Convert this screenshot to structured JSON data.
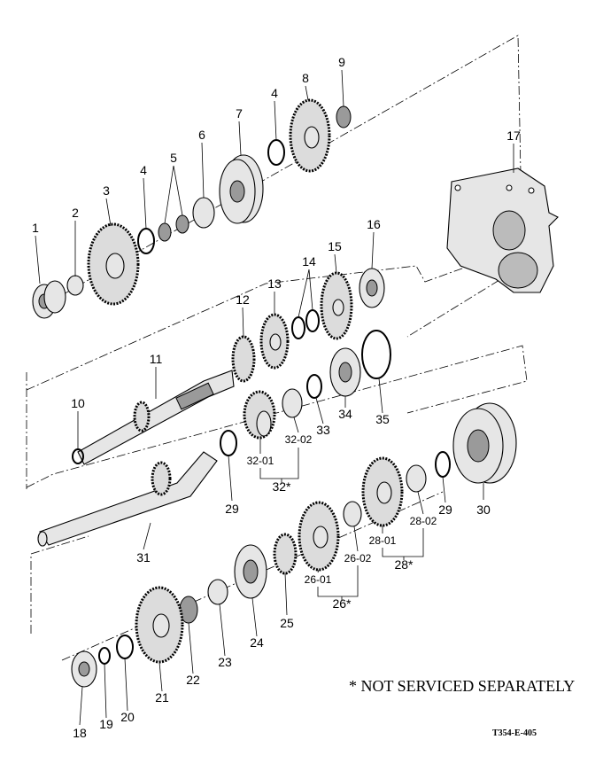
{
  "diagram": {
    "type": "exploded-parts-diagram",
    "callouts": [
      "1",
      "2",
      "3",
      "4",
      "5",
      "6",
      "7",
      "4",
      "8",
      "9",
      "17",
      "16",
      "15",
      "14",
      "13",
      "12",
      "11",
      "10",
      "35",
      "34",
      "33",
      "32-02",
      "32-01",
      "32*",
      "29",
      "31",
      "30",
      "29",
      "28-02",
      "28-01",
      "28*",
      "26-02",
      "26-01",
      "26*",
      "25",
      "24",
      "23",
      "22",
      "21",
      "20",
      "19",
      "18"
    ],
    "note": "* NOT SERVICED SEPARATELY",
    "drawing_code": "T354-E-405"
  }
}
